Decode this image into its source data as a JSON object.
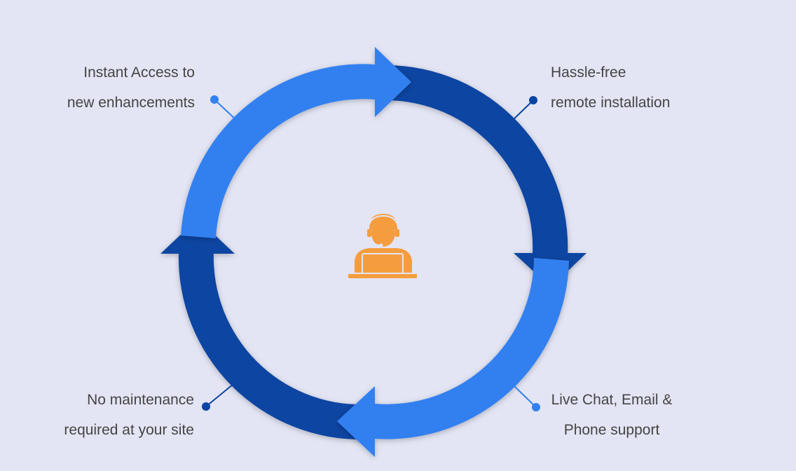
{
  "diagram": {
    "center_icon": "support-agent-with-laptop-icon",
    "colors": {
      "background": "#e3e5f4",
      "arc_light": "#3380f0",
      "arc_dark": "#0b45a2",
      "icon": "#f59d3e",
      "text": "#444444"
    },
    "steps": [
      {
        "id": "instant-access",
        "lines": [
          "Instant Access to",
          "new enhancements"
        ]
      },
      {
        "id": "hassle-free",
        "lines": [
          "Hassle-free",
          "remote installation"
        ]
      },
      {
        "id": "live-chat",
        "lines": [
          "Live Chat, Email &",
          "Phone support"
        ]
      },
      {
        "id": "no-maintenance",
        "lines": [
          "No maintenance",
          "required at your site"
        ]
      }
    ]
  }
}
